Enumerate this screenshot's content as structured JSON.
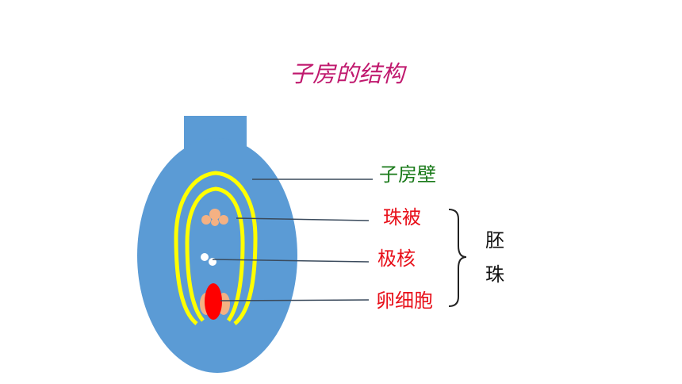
{
  "title": "子房的结构",
  "labels": {
    "ovary_wall": "子房壁",
    "integument": "珠被",
    "polar_nuclei": "极核",
    "egg_cell": "卵细胞"
  },
  "group_label": {
    "line1": "胚",
    "line2": "珠"
  },
  "colors": {
    "title": "#c0196e",
    "ovary": "#5b9bd5",
    "integument": "#ffff00",
    "egg_cell": "#ff0000",
    "synergids": "#f4b183",
    "ovary_wall_label": "#1a7a1a",
    "part_labels": "#e8101a"
  }
}
